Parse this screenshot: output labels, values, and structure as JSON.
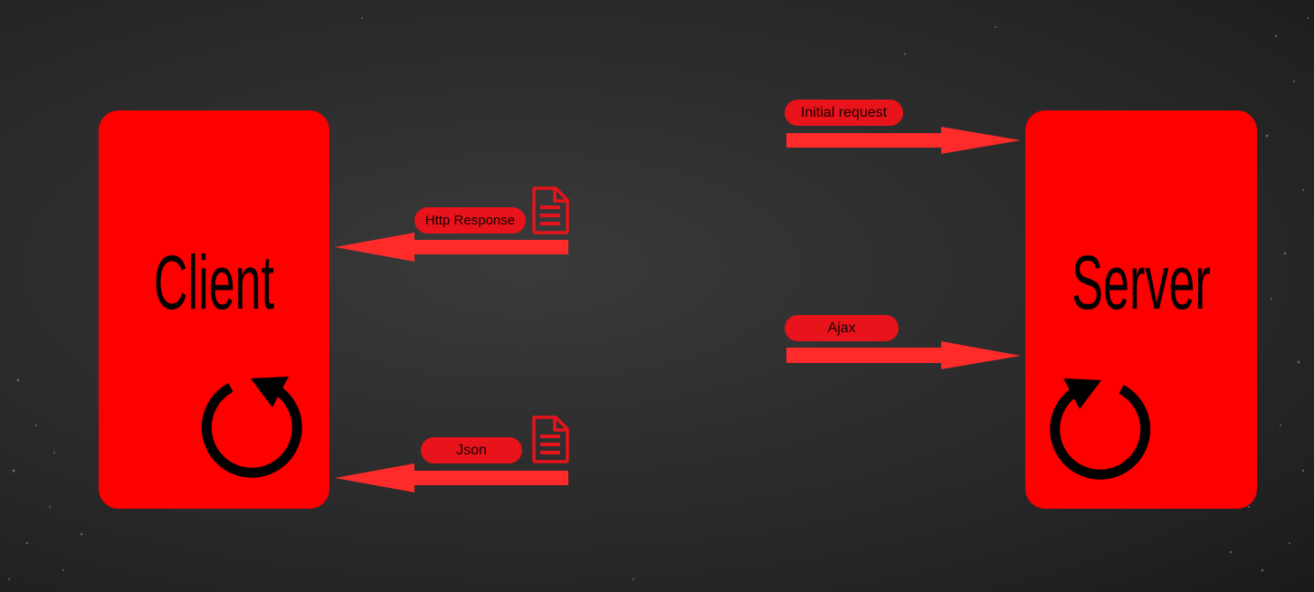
{
  "diagram": {
    "client": {
      "title": "Client",
      "icon": "refresh-cycle-icon"
    },
    "server": {
      "title": "Server",
      "icon": "refresh-cycle-icon"
    },
    "labels": {
      "initial_request": "Initial request",
      "http_response": "Http Response",
      "ajax": "Ajax",
      "json": "Json"
    },
    "icons": {
      "document": "document-icon"
    },
    "colors": {
      "node": "#ff0000",
      "arrow": "#ff2a2a",
      "label": "#e8131b",
      "text": "#000000",
      "background": "#2b2b2b"
    }
  }
}
